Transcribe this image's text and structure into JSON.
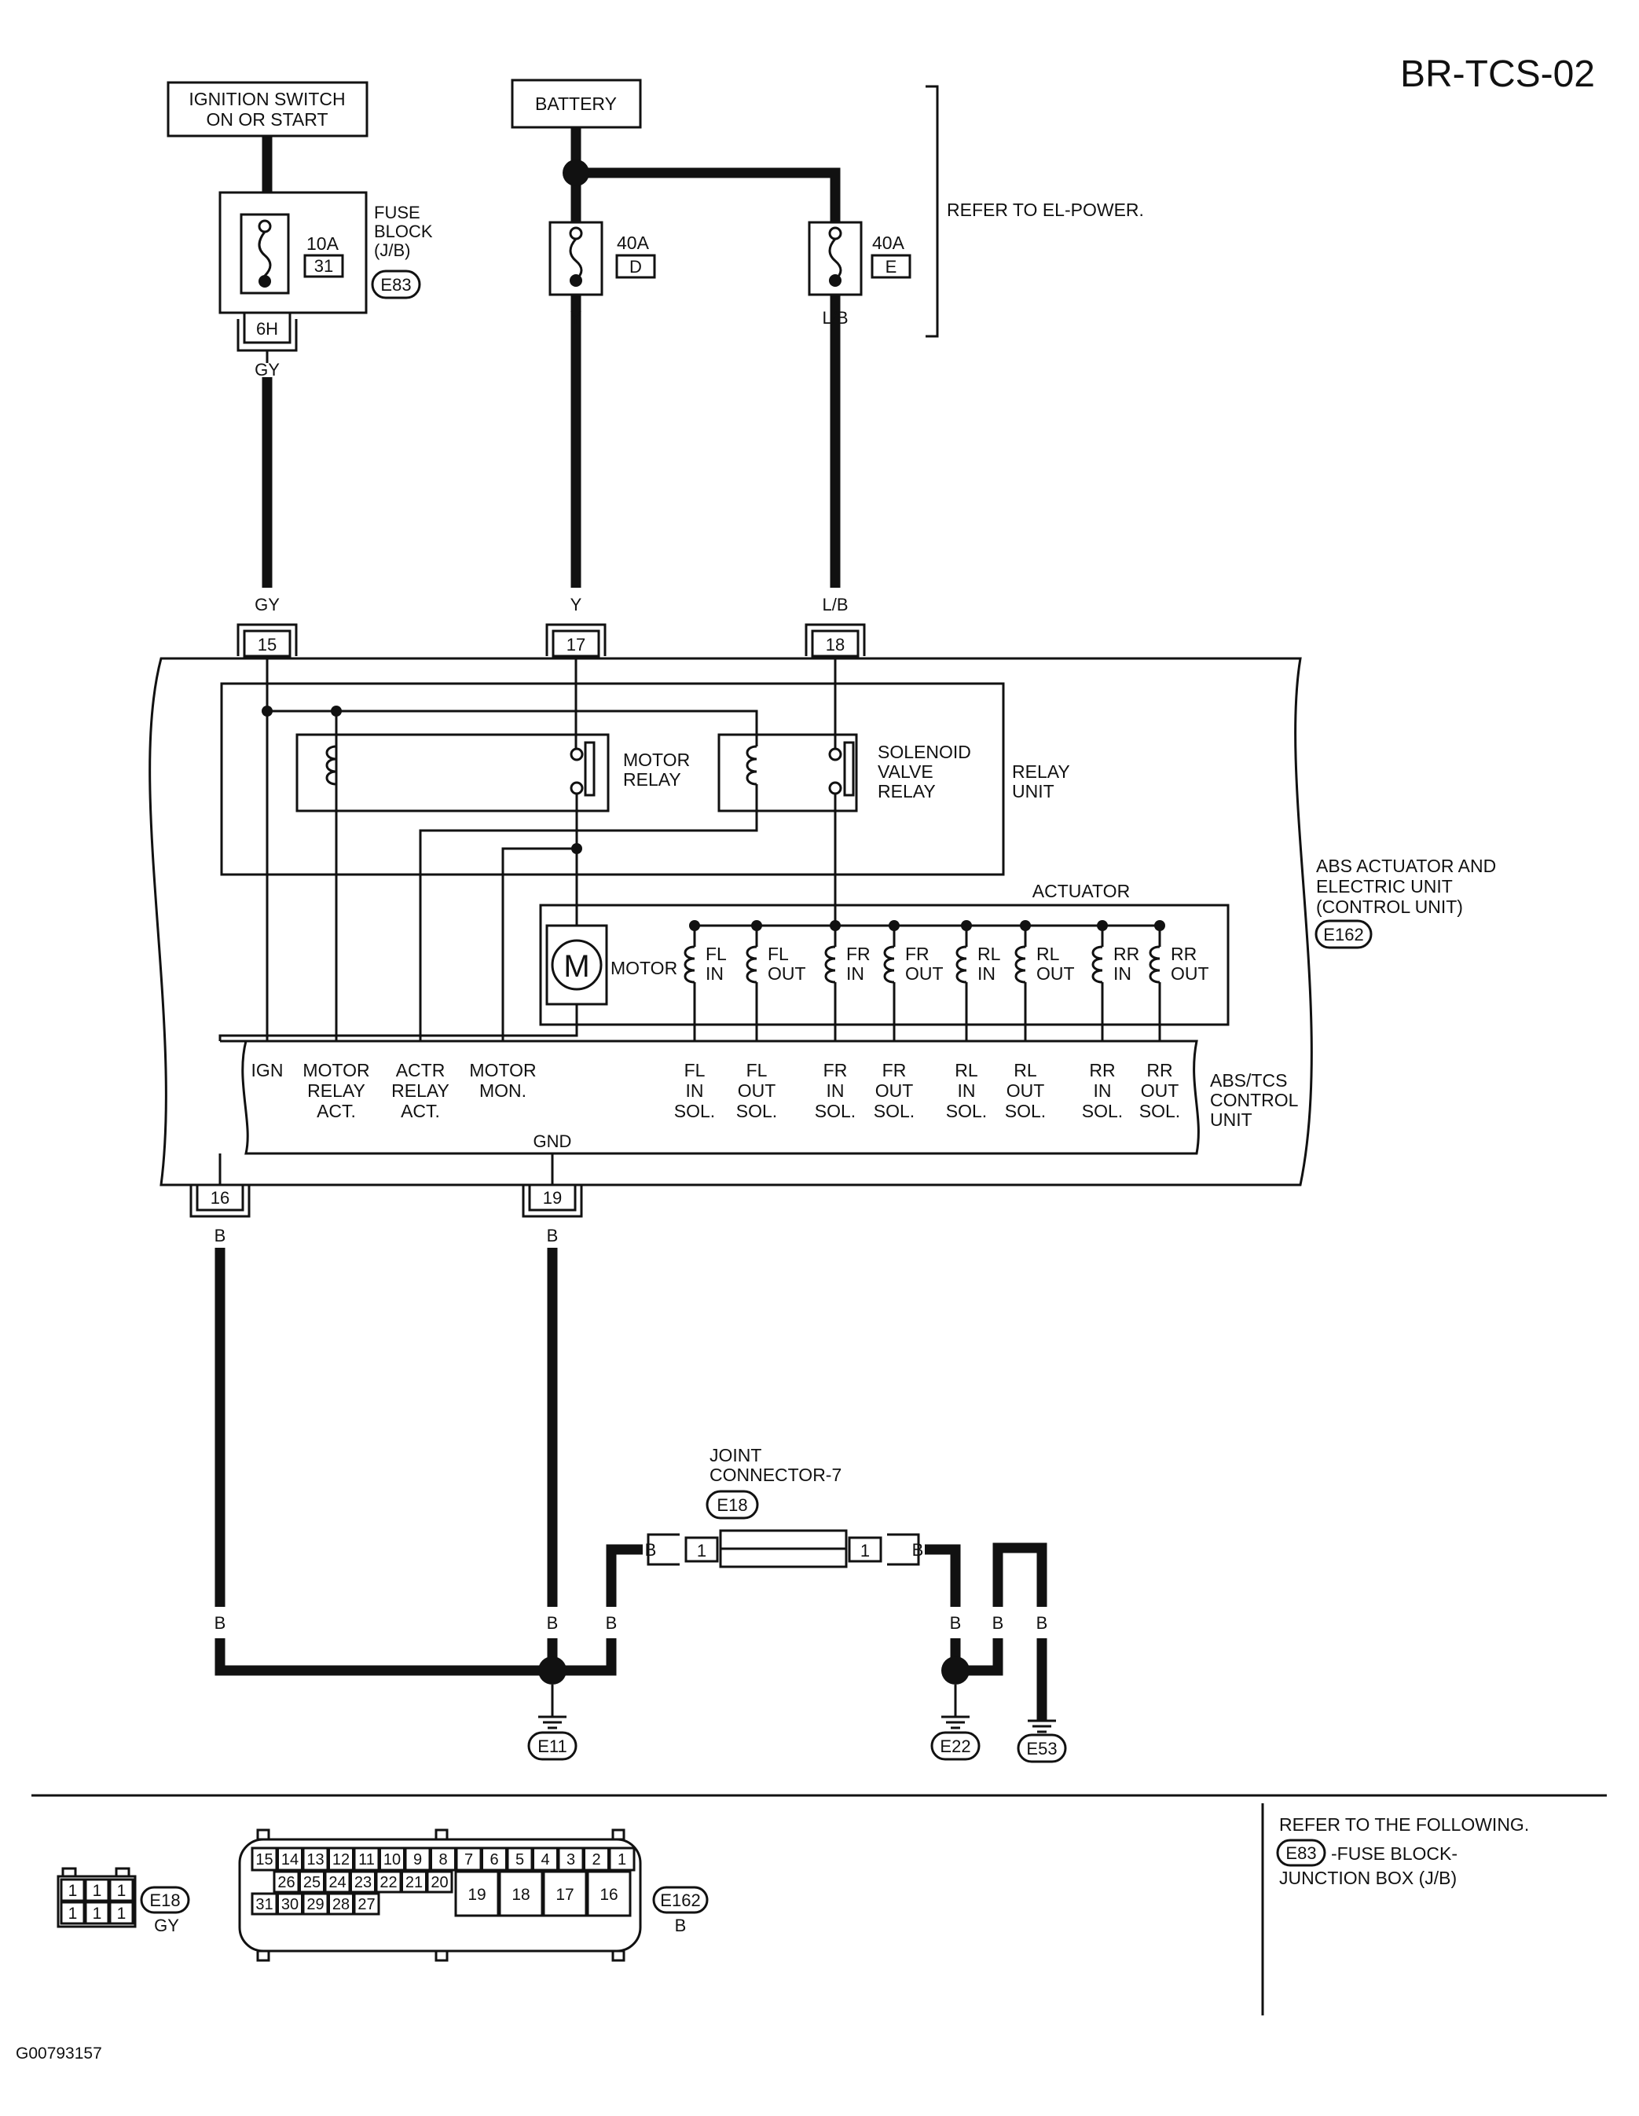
{
  "title": "BR-TCS-02",
  "figure_id": "G00793157",
  "sources": {
    "ignition": [
      "IGNITION SWITCH",
      "ON OR START"
    ],
    "battery": "BATTERY"
  },
  "fuse_block": {
    "label": [
      "FUSE",
      "BLOCK",
      "(J/B)"
    ],
    "connector": "E83",
    "fuse_rating": "10A",
    "fuse_no": "31",
    "terminal": "6H"
  },
  "battery_fuses": [
    {
      "rating": "40A",
      "letter": "D",
      "wire": "Y"
    },
    {
      "rating": "40A",
      "letter": "E",
      "wire": "L/B"
    }
  ],
  "refer_el_power": "REFER TO EL-POWER.",
  "input_wires": [
    {
      "color": "GY",
      "terminal": "15"
    },
    {
      "color": "Y",
      "terminal": "17"
    },
    {
      "color": "L/B",
      "terminal": "18"
    }
  ],
  "ground_wires": [
    {
      "color": "B",
      "terminal": "16"
    },
    {
      "color": "B",
      "terminal": "19"
    }
  ],
  "unit": {
    "label": [
      "ABS ACTUATOR AND",
      "ELECTRIC UNIT",
      "(CONTROL UNIT)"
    ],
    "connector": "E162"
  },
  "relay_unit": {
    "label": [
      "RELAY",
      "UNIT"
    ],
    "motor_relay": [
      "MOTOR",
      "RELAY"
    ],
    "solenoid_relay": [
      "SOLENOID",
      "VALVE",
      "RELAY"
    ]
  },
  "actuator": {
    "label": "ACTUATOR",
    "motor_symbol": "M",
    "motor_label": "MOTOR",
    "coils": [
      [
        "FL",
        "IN"
      ],
      [
        "FL",
        "OUT"
      ],
      [
        "FR",
        "IN"
      ],
      [
        "FR",
        "OUT"
      ],
      [
        "RL",
        "IN"
      ],
      [
        "RL",
        "OUT"
      ],
      [
        "RR",
        "IN"
      ],
      [
        "RR",
        "OUT"
      ]
    ]
  },
  "control_unit": {
    "label": [
      "ABS/TCS",
      "CONTROL",
      "UNIT"
    ],
    "pins": [
      [
        "IGN"
      ],
      [
        "MOTOR",
        "RELAY",
        "ACT."
      ],
      [
        "ACTR",
        "RELAY",
        "ACT."
      ],
      [
        "MOTOR",
        "MON."
      ],
      [
        "FL",
        "IN",
        "SOL."
      ],
      [
        "FL",
        "OUT",
        "SOL."
      ],
      [
        "FR",
        "IN",
        "SOL."
      ],
      [
        "FR",
        "OUT",
        "SOL."
      ],
      [
        "RL",
        "IN",
        "SOL."
      ],
      [
        "RL",
        "OUT",
        "SOL."
      ],
      [
        "RR",
        "IN",
        "SOL."
      ],
      [
        "RR",
        "OUT",
        "SOL."
      ]
    ],
    "gnd": "GND"
  },
  "joint_connector": {
    "label": [
      "JOINT",
      "CONNECTOR-7"
    ],
    "connector": "E18",
    "pin_left": "1",
    "pin_right": "1",
    "wire": "B"
  },
  "grounds": [
    "E11",
    "E22",
    "E53"
  ],
  "connector_views": {
    "e18": {
      "id": "E18",
      "color": "GY",
      "pins": [
        "1",
        "1",
        "1",
        "1",
        "1",
        "1"
      ]
    },
    "e162": {
      "id": "E162",
      "color": "B",
      "row1": [
        "15",
        "14",
        "13",
        "12",
        "11",
        "10",
        "9",
        "8",
        "7",
        "6",
        "5",
        "4",
        "3",
        "2",
        "1"
      ],
      "row2": [
        "26",
        "25",
        "24",
        "23",
        "22",
        "21",
        "20"
      ],
      "row3": [
        "31",
        "30",
        "29",
        "28",
        "27"
      ],
      "big": [
        "19",
        "18",
        "17",
        "16"
      ]
    }
  },
  "refer_following": {
    "heading": "REFER TO THE FOLLOWING.",
    "connector": "E83",
    "line1": "-FUSE BLOCK-",
    "line2": "JUNCTION BOX (J/B)"
  }
}
